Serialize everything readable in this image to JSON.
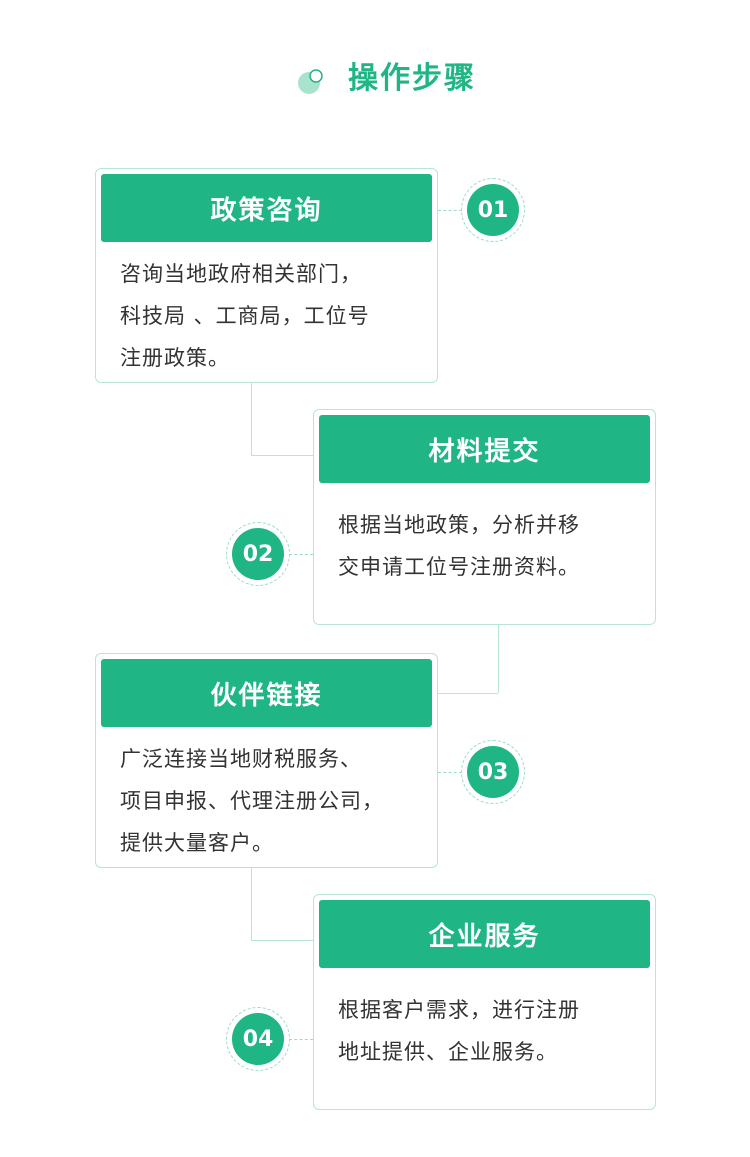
{
  "page": {
    "title": "操作步骤",
    "accent_color": "#1fb585",
    "title_icon": "bubble-circles-icon"
  },
  "steps": [
    {
      "number": "01",
      "title": "政策咨询",
      "lines": [
        "咨询当地政府相关部门，",
        "科技局 、工商局，工位号",
        "注册政策。"
      ]
    },
    {
      "number": "02",
      "title": "材料提交",
      "lines": [
        "根据当地政策，分析并移",
        "交申请工位号注册资料。"
      ]
    },
    {
      "number": "03",
      "title": "伙伴链接",
      "lines": [
        "广泛连接当地财税服务、",
        "项目申报、代理注册公司，",
        "提供大量客户。"
      ]
    },
    {
      "number": "04",
      "title": "企业服务",
      "lines": [
        "根据客户需求，进行注册",
        "地址提供、企业服务。"
      ]
    }
  ]
}
